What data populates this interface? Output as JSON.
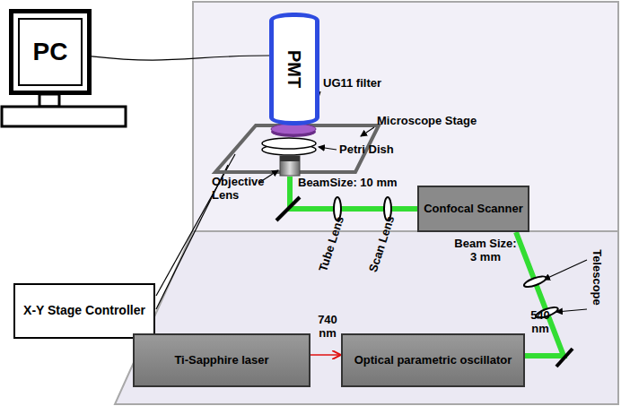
{
  "diagram": {
    "nodes": [
      {
        "text": [
          "PC"
        ]
      },
      {
        "text": [
          "PMT"
        ]
      },
      {
        "text": [
          "X-Y Stage Controller"
        ]
      },
      {
        "text": [
          "Confocal Scanner"
        ]
      },
      {
        "text": [
          "Ti-Sapphire laser"
        ]
      },
      {
        "text": [
          "Optical parametric oscillator"
        ]
      }
    ],
    "edges": [
      {
        "from": 0,
        "to": 1,
        "arrow": "none"
      },
      {
        "from": 4,
        "to": 5,
        "arrow": "to"
      },
      {
        "from": 5,
        "to": 3,
        "arrow": "none"
      }
    ],
    "labels": [
      "UG11 filter",
      "Microscope Stage",
      "Petri Dish",
      "Objective Lens",
      "BeamSize: 10 mm",
      "Tube Lens",
      "Scan Lens",
      "Beam Size: 3 mm",
      "Telescope",
      "740 nm",
      "540 nm"
    ]
  }
}
